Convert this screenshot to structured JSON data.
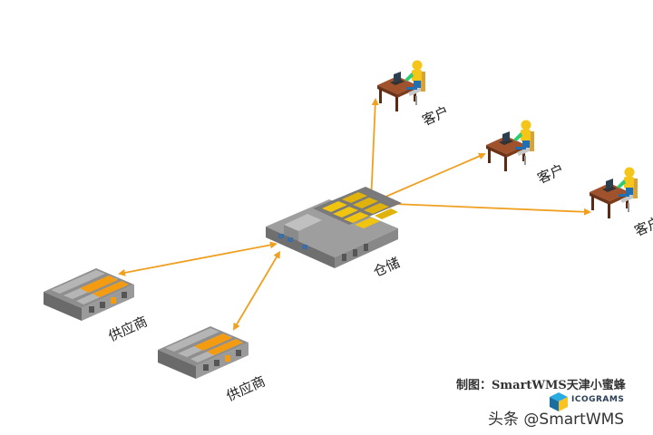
{
  "nodes": {
    "warehouse": {
      "label": "仓储"
    },
    "customers": [
      {
        "label": "客户"
      },
      {
        "label": "客户"
      },
      {
        "label": "客户"
      }
    ],
    "suppliers": [
      {
        "label": "供应商"
      },
      {
        "label": "供应商"
      }
    ]
  },
  "edges": [
    {
      "from": "warehouse",
      "to": "customer-1"
    },
    {
      "from": "warehouse",
      "to": "customer-2"
    },
    {
      "from": "warehouse",
      "to": "customer-3"
    },
    {
      "from": "warehouse",
      "to": "supplier-1",
      "bidirectional": true
    },
    {
      "from": "warehouse",
      "to": "supplier-2",
      "bidirectional": true
    }
  ],
  "credit": "制图：SmartWMS天津小蜜蜂",
  "logo": {
    "text": "ICOGRAMS"
  },
  "watermark": "头条 @SmartWMS",
  "colors": {
    "arrow": "#f0a020",
    "accent_orange": "#f39c12",
    "roof_gray": "#9a9a9a"
  }
}
